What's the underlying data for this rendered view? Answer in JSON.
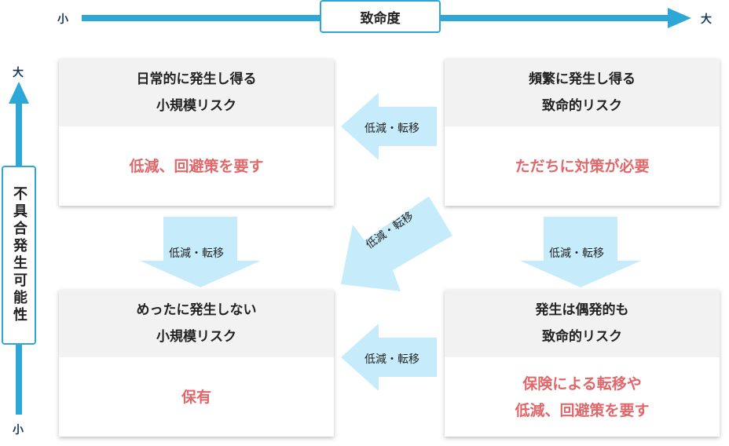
{
  "axis_x": {
    "title": "致命度",
    "low": "小",
    "high": "大"
  },
  "axis_y": {
    "title": "不具合発生可能性",
    "low": "小",
    "high": "大"
  },
  "colors": {
    "axis": "#2ea7d6",
    "arrow": "#c6ecfb",
    "emphasis": "#e0676a",
    "header": "#f2f2f2"
  },
  "cards": {
    "top_left": {
      "head_line1": "日常的に発生し得る",
      "head_line2": "小規模リスク",
      "body_line1": "低減、回避策を要す",
      "body_line2": ""
    },
    "top_right": {
      "head_line1": "頻繁に発生し得る",
      "head_line2": "致命的リスク",
      "body_line1": "ただちに対策が必要",
      "body_line2": ""
    },
    "bottom_left": {
      "head_line1": "めったに発生しない",
      "head_line2": "小規模リスク",
      "body_line1": "保有",
      "body_line2": ""
    },
    "bottom_right": {
      "head_line1": "発生は偶発的も",
      "head_line2": "致命的リスク",
      "body_line1": "保険による転移や",
      "body_line2": "低減、回避策を要す"
    }
  },
  "arrows": {
    "top": "低減・転移",
    "left": "低減・転移",
    "right": "低減・転移",
    "diagonal": "低減・転移",
    "bottom": "低減・転移"
  }
}
